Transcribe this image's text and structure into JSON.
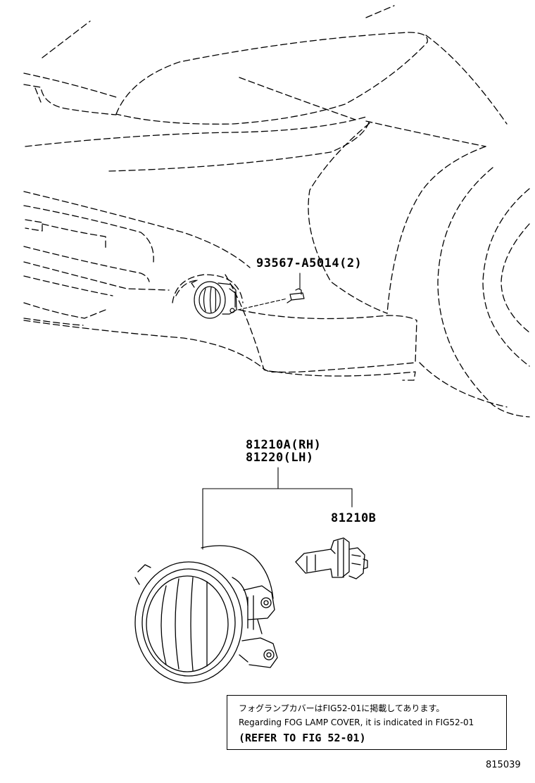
{
  "parts": {
    "clip": "93567-A5014(2)",
    "fog_lamp_rh": "81210A(RH)",
    "fog_lamp_lh": "81220(LH)",
    "bulb": "81210B"
  },
  "note": {
    "japanese": "フォグランプカバーはFIG52-01に掲載してあります。",
    "english": "Regarding FOG LAMP COVER, it is indicated in FIG52-01",
    "refer": "(REFER TO FIG 52-01)"
  },
  "page_ref": "815039",
  "colors": {
    "line": "#000000",
    "background": "#ffffff"
  }
}
